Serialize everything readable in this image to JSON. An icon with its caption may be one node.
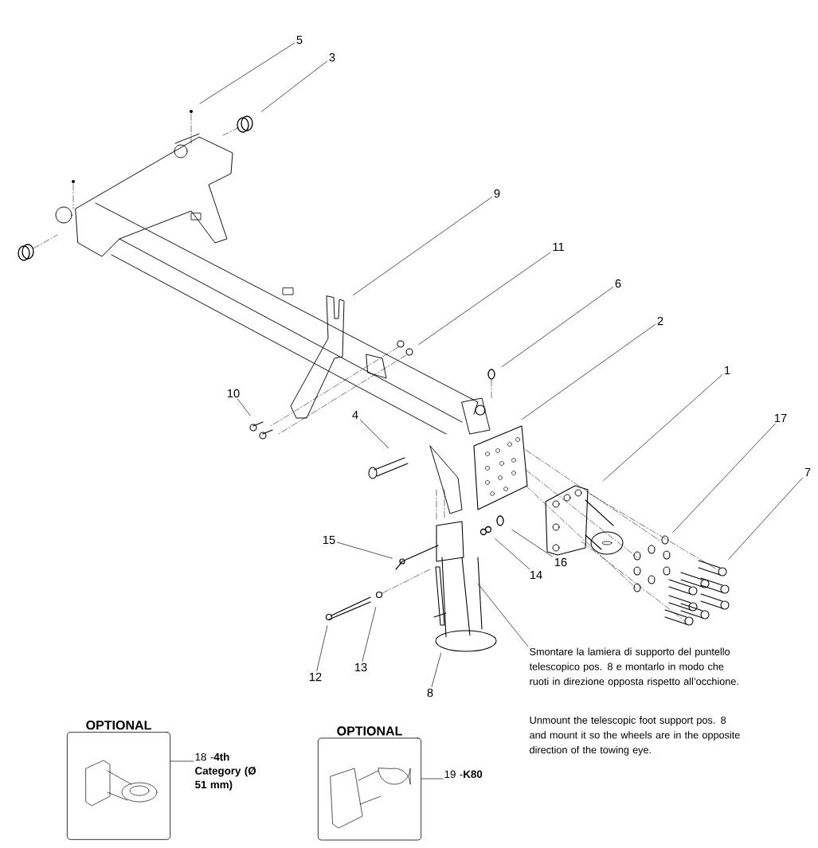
{
  "diagram": {
    "nodes": [
      {
        "text": [
          "5"
        ]
      },
      {
        "text": [
          "3"
        ]
      },
      {
        "text": [
          "9"
        ]
      },
      {
        "text": [
          "11"
        ]
      },
      {
        "text": [
          "6"
        ]
      },
      {
        "text": [
          "2"
        ]
      },
      {
        "text": [
          "1"
        ]
      },
      {
        "text": [
          "17"
        ]
      },
      {
        "text": [
          "7"
        ]
      },
      {
        "text": [
          "10"
        ]
      },
      {
        "text": [
          "4"
        ]
      },
      {
        "text": [
          "15"
        ]
      },
      {
        "text": [
          "16"
        ]
      },
      {
        "text": [
          "14"
        ]
      },
      {
        "text": [
          "12"
        ]
      },
      {
        "text": [
          "13"
        ]
      },
      {
        "text": [
          "8"
        ]
      },
      {
        "text": [
          "Smontare la lamiera di supporto del puntello telescopico pos. 8 e montarlo in modo che ruoti in direzione opposta rispetto all’occhione."
        ]
      },
      {
        "text": [
          "OPTIONAL"
        ]
      },
      {
        "text": [
          "18 -**4th Category (Ø 51 mm)**"
        ]
      },
      {
        "text": [
          "OPTIONAL"
        ]
      },
      {
        "text": [
          "19 -**K80**"
        ]
      }
    ],
    "edges": [
      {
        "from": 0,
        "to": null,
        "arrow": "none"
      },
      {
        "from": 1,
        "to": null,
        "arrow": "none"
      },
      {
        "from": 2,
        "to": null,
        "arrow": "none"
      },
      {
        "from": 3,
        "to": null,
        "arrow": "none"
      },
      {
        "from": 4,
        "to": null,
        "arrow": "none"
      },
      {
        "from": 5,
        "to": null,
        "arrow": "none"
      },
      {
        "from": 6,
        "to": null,
        "arrow": "none"
      },
      {
        "from": 7,
        "to": null,
        "arrow": "none"
      },
      {
        "from": 8,
        "to": null,
        "arrow": "none"
      },
      {
        "from": 9,
        "to": null,
        "arrow": "none"
      },
      {
        "from": 10,
        "to": null,
        "arrow": "none"
      },
      {
        "from": 11,
        "to": null,
        "arrow": "none"
      },
      {
        "from": 12,
        "to": null,
        "arrow": "none"
      },
      {
        "from": 13,
        "to": null,
        "arrow": "none"
      },
      {
        "from": 14,
        "to": null,
        "arrow": "none"
      },
      {
        "from": 15,
        "to": null,
        "arrow": "none"
      },
      {
        "from": 16,
        "to": null,
        "arrow": "none"
      },
      {
        "from": 17,
        "to": null,
        "arrow": "none"
      },
      {
        "from": 19,
        "to": 18,
        "arrow": "none"
      },
      {
        "from": 21,
        "to": 20,
        "arrow": "none"
      }
    ],
    "labels": [
      "Unmount the telescopic foot support pos. 8 and mount it so the wheels are in the opposite direction of the towing eye."
    ]
  }
}
